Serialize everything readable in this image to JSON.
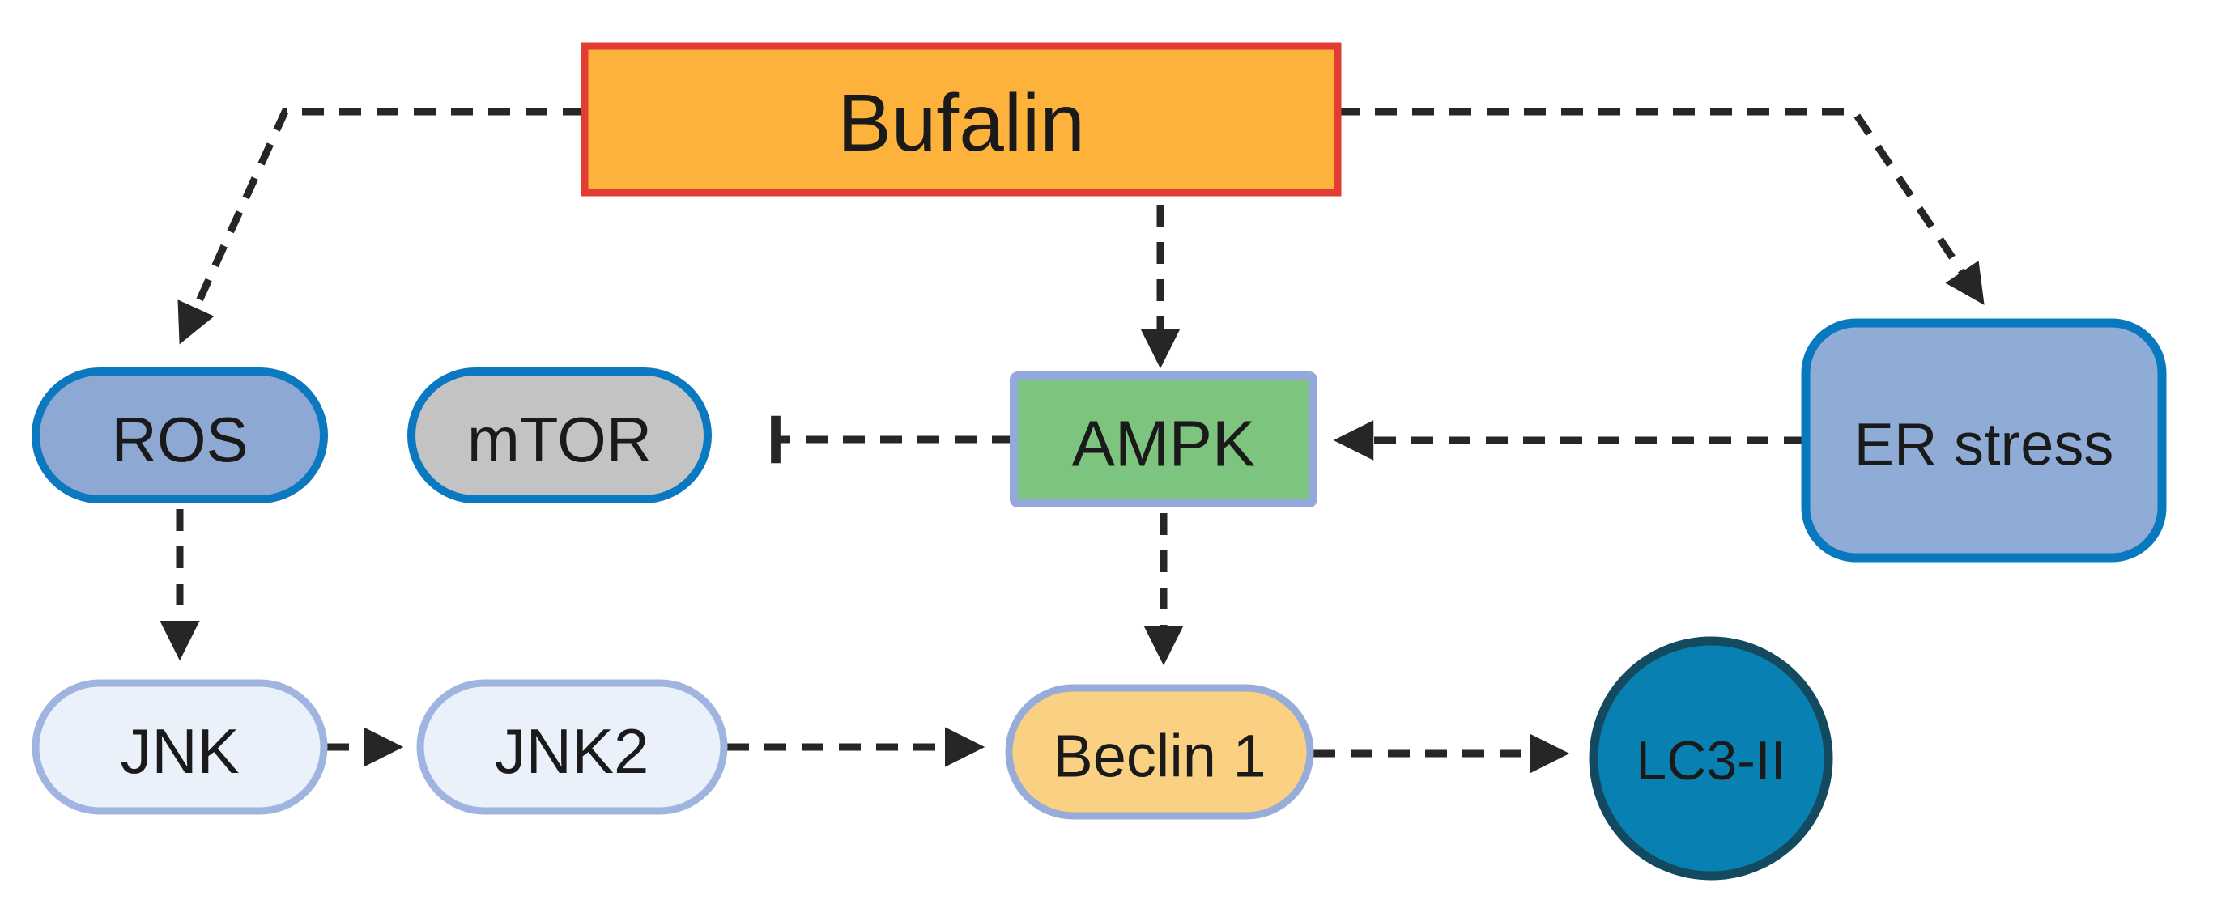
{
  "figure": {
    "background": "#FFFFFF",
    "arrow_color": "#262626",
    "line_style": "dashed"
  },
  "nodes": {
    "bufalin": {
      "label": "Bufalin",
      "shape": "rectangle",
      "fill": "#FDB23C",
      "stroke": "#E23C33",
      "text_color": "#1A1A1A"
    },
    "ros": {
      "label": "ROS",
      "shape": "pill",
      "fill": "#8CA8D3",
      "stroke": "#0B78C0",
      "text_color": "#1A1A1A"
    },
    "mtor": {
      "label": "mTOR",
      "shape": "pill",
      "fill": "#C3C3C3",
      "stroke": "#0B79C2",
      "text_color": "#1A1A1A"
    },
    "ampk": {
      "label": "AMPK",
      "shape": "rectangle",
      "fill": "#7DC47E",
      "stroke": "#93A9DC",
      "text_color": "#1A1A1A"
    },
    "er_stress": {
      "label": "ER stress",
      "shape": "rounded-rectangle",
      "fill": "#8FACD6",
      "stroke": "#0879BE",
      "text_color": "#1A1A1A"
    },
    "jnk": {
      "label": "JNK",
      "shape": "pill",
      "fill": "#EAF1FB",
      "stroke": "#9FB4DE",
      "text_color": "#1A1A1A"
    },
    "jnk2": {
      "label": "JNK2",
      "shape": "pill",
      "fill": "#EAF1FB",
      "stroke": "#9FB4DE",
      "text_color": "#1A1A1A"
    },
    "beclin1": {
      "label": "Beclin 1",
      "shape": "pill",
      "fill": "#FAD083",
      "stroke": "#97ACD9",
      "text_color": "#1A1A1A"
    },
    "lc3_ii": {
      "label": "LC3-II",
      "shape": "circle",
      "fill": "#0881B2",
      "stroke": "#134A5F",
      "text_color": "#FFFFFF"
    }
  },
  "edges": [
    {
      "from": "Bufalin",
      "to": "ROS",
      "type": "activation",
      "line": "dashed"
    },
    {
      "from": "Bufalin",
      "to": "AMPK",
      "type": "activation",
      "line": "dashed"
    },
    {
      "from": "Bufalin",
      "to": "ER stress",
      "type": "activation",
      "line": "dashed"
    },
    {
      "from": "AMPK",
      "to": "mTOR",
      "type": "inhibition",
      "line": "dashed"
    },
    {
      "from": "ER stress",
      "to": "AMPK",
      "type": "activation",
      "line": "dashed"
    },
    {
      "from": "ROS",
      "to": "JNK",
      "type": "activation",
      "line": "dashed"
    },
    {
      "from": "AMPK",
      "to": "Beclin 1",
      "type": "activation",
      "line": "dashed"
    },
    {
      "from": "JNK",
      "to": "JNK2",
      "type": "activation",
      "line": "dashed"
    },
    {
      "from": "JNK2",
      "to": "Beclin 1",
      "type": "activation",
      "line": "dashed"
    },
    {
      "from": "Beclin 1",
      "to": "LC3-II",
      "type": "activation",
      "line": "dashed"
    }
  ]
}
